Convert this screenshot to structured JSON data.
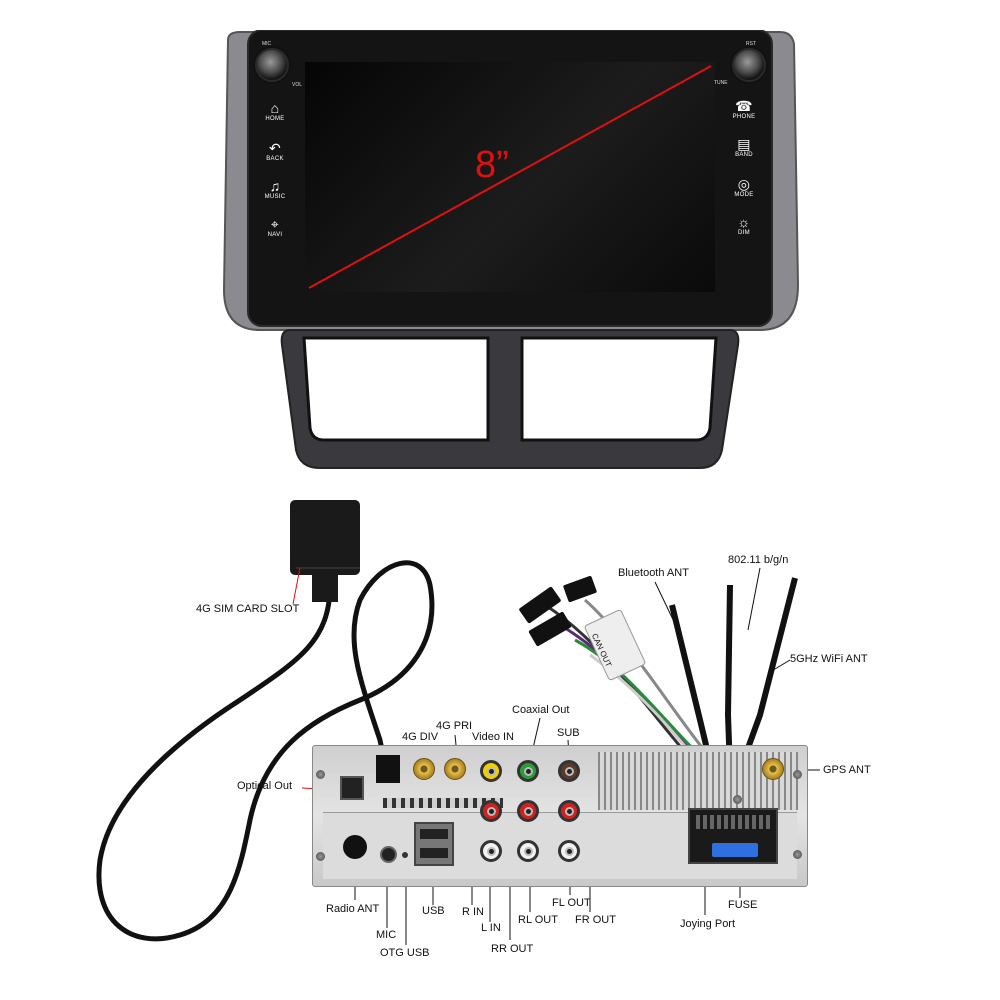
{
  "screen": {
    "size_label": "8”",
    "left_buttons": [
      {
        "icon": "home-icon",
        "glyph": "⌂",
        "label": "HOME"
      },
      {
        "icon": "back-icon",
        "glyph": "↶",
        "label": "BACK"
      },
      {
        "icon": "music-icon",
        "glyph": "♫",
        "label": "MUSIC"
      },
      {
        "icon": "navi-icon",
        "glyph": "⌖",
        "label": "NAVI"
      }
    ],
    "right_buttons": [
      {
        "icon": "phone-icon",
        "glyph": "☎",
        "label": "PHONE"
      },
      {
        "icon": "band-icon",
        "glyph": "▤",
        "label": "BAND"
      },
      {
        "icon": "mode-icon",
        "glyph": "◎",
        "label": "MODE"
      },
      {
        "icon": "dim-icon",
        "glyph": "☼",
        "label": "DIM"
      }
    ],
    "knob_labels": {
      "mic": "MIC",
      "vol": "VOL",
      "rst": "RST",
      "tune": "TUNE"
    }
  },
  "labels": {
    "sim_slot": "4G SIM CARD SLOT",
    "bluetooth_ant": "Bluetooth ANT",
    "wifi_80211": "802.11 b/g/n",
    "wifi_5ghz": "5GHz WiFi ANT",
    "coaxial_out": "Coaxial Out",
    "g4_pri": "4G PRI",
    "g4_div": "4G DIV",
    "video_in": "Video IN",
    "sub": "SUB",
    "optical_out": "Optical Out",
    "gps_ant": "GPS ANT",
    "radio_ant": "Radio ANT",
    "usb": "USB",
    "r_in": "R IN",
    "l_in": "L IN",
    "fl_out": "FL OUT",
    "rl_out": "RL OUT",
    "fr_out": "FR OUT",
    "fuse": "FUSE",
    "joying_port": "Joying Port",
    "mic": "MIC",
    "otg_usb": "OTG USB",
    "rr_out": "RR OUT",
    "can_out": "CAN OUT"
  },
  "colors": {
    "screen_diagonal": "#e01010",
    "bezel": "#141414",
    "frame": "#7a7a80",
    "chassis": "#d9d9d9",
    "fuse": "#2f6fe0"
  }
}
